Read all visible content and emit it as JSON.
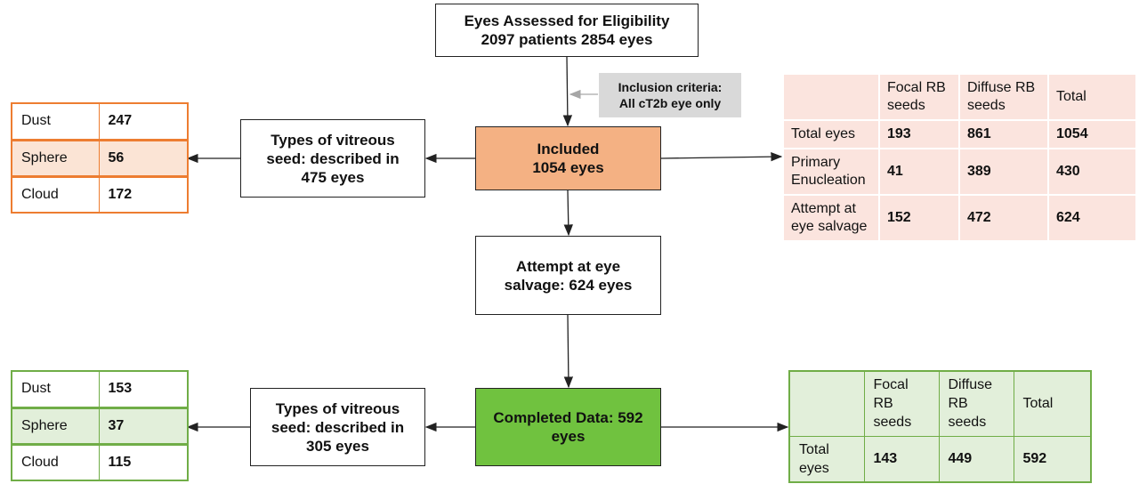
{
  "eligibility": {
    "line1": "Eyes Assessed for Eligibility",
    "line2": "2097 patients 2854 eyes"
  },
  "criteria": {
    "line1": "Inclusion criteria:",
    "line2": "All cT2b eye only"
  },
  "included": {
    "line1": "Included",
    "line2": "1054 eyes"
  },
  "attempt": {
    "line1": "Attempt at eye",
    "line2": "salvage: 624 eyes"
  },
  "completed": {
    "line1": "Completed Data: 592",
    "line2": "eyes"
  },
  "types_top": {
    "line1": "Types of vitreous",
    "line2": "seed: described in",
    "line3": "475 eyes"
  },
  "types_bottom": {
    "line1": "Types of vitreous",
    "line2": "seed: described in",
    "line3": "305 eyes"
  },
  "seed_table_top": [
    {
      "label": "Dust",
      "value": "247"
    },
    {
      "label": "Sphere",
      "value": "56"
    },
    {
      "label": "Cloud",
      "value": "172"
    }
  ],
  "seed_table_bottom": [
    {
      "label": "Dust",
      "value": "153"
    },
    {
      "label": "Sphere",
      "value": "37"
    },
    {
      "label": "Cloud",
      "value": "115"
    }
  ],
  "outcome_table_top": {
    "headers": [
      "",
      "Focal RB seeds",
      "Diffuse RB seeds",
      "Total"
    ],
    "rows": [
      {
        "label": "Total eyes",
        "focal": "193",
        "diffuse": "861",
        "total": "1054"
      },
      {
        "label": "Primary Enucleation",
        "focal": "41",
        "diffuse": "389",
        "total": "430"
      },
      {
        "label": "Attempt at eye salvage",
        "focal": "152",
        "diffuse": "472",
        "total": "624"
      }
    ]
  },
  "outcome_table_bottom": {
    "headers": [
      "",
      "Focal RB seeds",
      "Diffuse RB seeds",
      "Total"
    ],
    "rows": [
      {
        "label": "Total eyes",
        "focal": "143",
        "diffuse": "449",
        "total": "592"
      }
    ]
  },
  "colors": {
    "included_fill": "#f4b183",
    "completed_fill": "#70c23f",
    "orange_border": "#ed7d31",
    "green_border": "#70ad47",
    "criteria_fill": "#d9d9d9"
  }
}
